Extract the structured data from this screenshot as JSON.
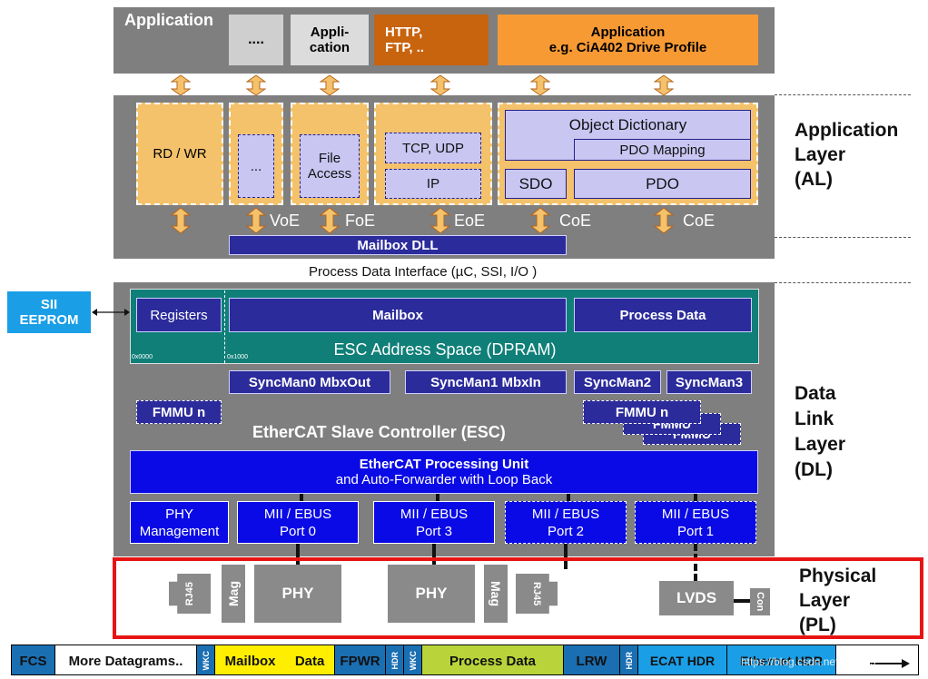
{
  "app_top": {
    "application": "Application",
    "dots": "....",
    "appli_cation": "Appli-\ncation",
    "http": "HTTP,\nFTP, ..",
    "cia": "Application\ne.g. CiA402 Drive Profile"
  },
  "al": {
    "rdwr": "RD / WR",
    "dots": "...",
    "file_access": "File\nAccess",
    "tcp_udp": "TCP, UDP",
    "ip": "IP",
    "object_dictionary": "Object Dictionary",
    "pdo_mapping": "PDO Mapping",
    "sdo": "SDO",
    "pdo": "PDO",
    "voe": "VoE",
    "foe": "FoE",
    "eoe": "EoE",
    "coe1": "CoE",
    "coe2": "CoE",
    "mailbox_dll": "Mailbox DLL"
  },
  "pdi": "Process Data Interface (µC, SSI, I/O )",
  "sii": "SII\nEEPROM",
  "dl": {
    "registers": "Registers",
    "mailbox": "Mailbox",
    "process_data": "Process Data",
    "esc_address_space": "ESC Address Space (DPRAM)",
    "addr0": "0x0000",
    "addr1": "0x1000",
    "syncman0": "SyncMan0 MbxOut",
    "syncman1": "SyncMan1 MbxIn",
    "syncman2": "SyncMan2",
    "syncman3": "SyncMan3",
    "fmmu_left": "FMMU n",
    "fmmu_stack": "FMMU n",
    "fmmu_back1": "FMMU",
    "fmmu_back2": "FMMU",
    "esc": "EtherCAT Slave Controller (ESC)",
    "epu_line1": "EtherCAT Processing Unit",
    "epu_line2": "and Auto-Forwarder with Loop Back",
    "phy_mgmt": "PHY\nManagement",
    "port0": "MII / EBUS\nPort 0",
    "port3": "MII / EBUS\nPort 3",
    "port2": "MII / EBUS\nPort 2",
    "port1": "MII / EBUS\nPort 1"
  },
  "pl": {
    "rj45_left": "RJ45",
    "mag_left": "Mag",
    "phy_left": "PHY",
    "phy_right": "PHY",
    "mag_right": "Mag",
    "rj45_right": "RJ45",
    "lvds": "LVDS",
    "con": "Con"
  },
  "layers": {
    "al": "Application\nLayer\n(AL)",
    "dl": "Data\nLink\nLayer\n(DL)",
    "pl": "Physical\nLayer\n(PL)"
  },
  "frame": {
    "fcs": "FCS",
    "more": "More Datagrams..",
    "wkc1": "WKC",
    "mailbox": "Mailbox",
    "data": "Data",
    "fpwr": "FPWR",
    "hdr1": "HDR",
    "wkc2": "WKC",
    "process_data": "Process Data",
    "lrw": "LRW",
    "hdr2": "HDR",
    "ecat_hdr": "ECAT HDR",
    "ethernet_hdr": "Ethernet HDR"
  },
  "watermark": "https://blog.csdn.net/pwl999",
  "colors": {
    "panel_gray": "#7f7f7f",
    "orange_box": "#f4c26b",
    "orange_dark": "#c8630e",
    "orange_bright": "#f79a34",
    "navy": "#2b2b9c",
    "blue": "#0a0ae6",
    "teal": "#0f7f78",
    "sii_blue": "#1a9ee6",
    "red_frame": "#e81414"
  }
}
